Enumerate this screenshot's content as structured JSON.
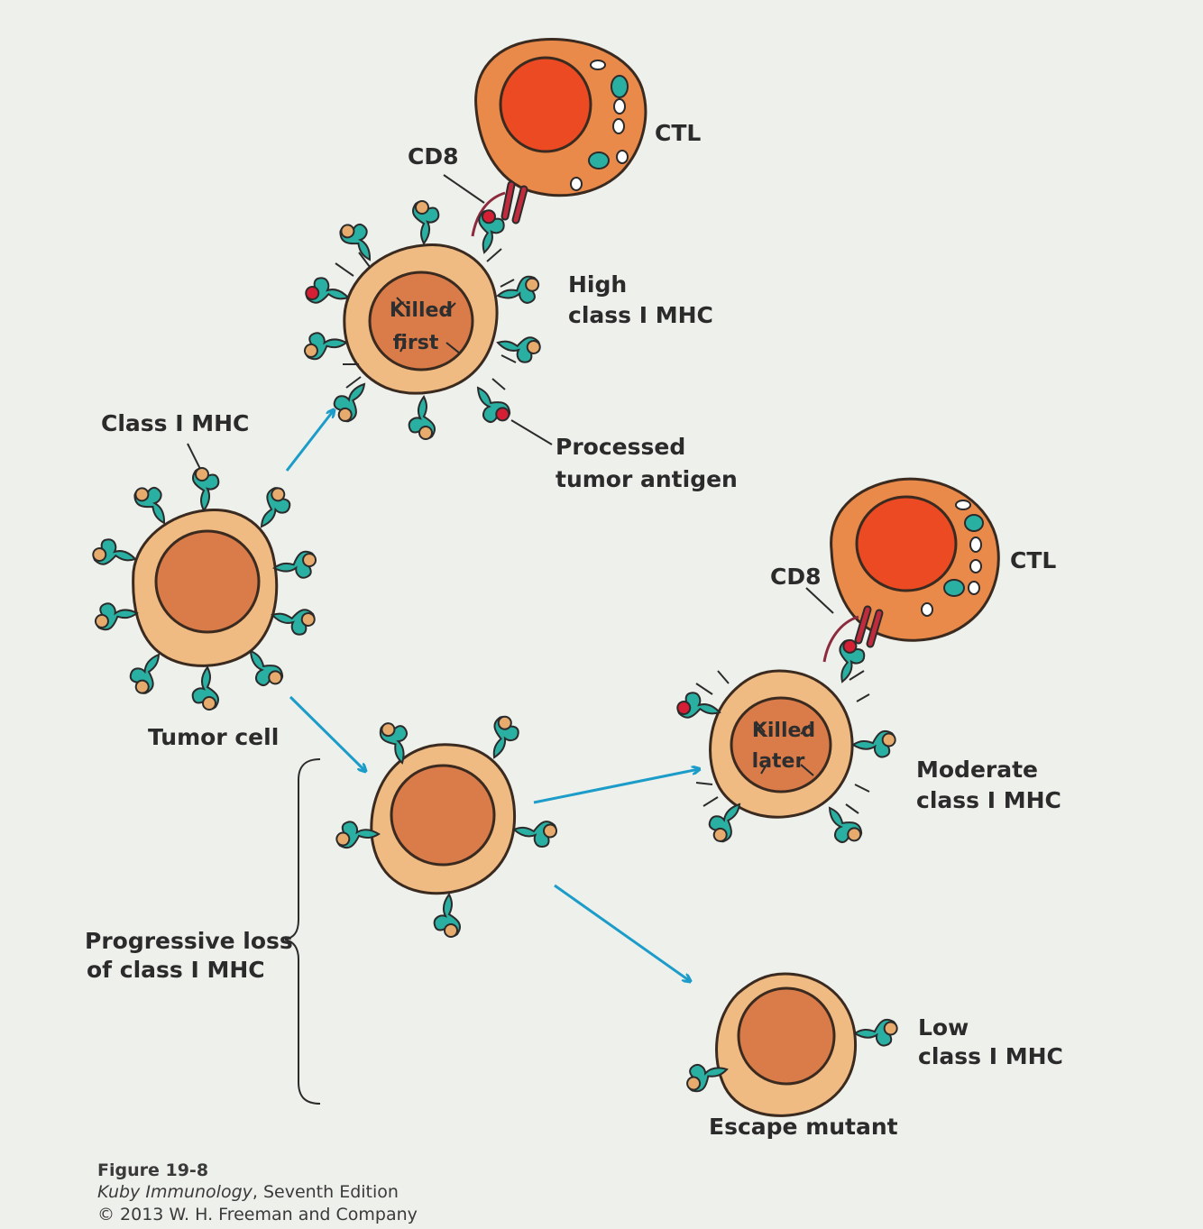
{
  "labels": {
    "cd8_top": "CD8",
    "ctl_top": "CTL",
    "high": [
      "High",
      "class I MHC"
    ],
    "killed_first": [
      "Killed",
      "first"
    ],
    "class_i_mhc": "Class I MHC",
    "processed": [
      "Processed",
      "tumor antigen"
    ],
    "tumor_cell": "Tumor cell",
    "cd8_right": "CD8",
    "ctl_right": "CTL",
    "killed_later": [
      "Killed",
      "later"
    ],
    "moderate": [
      "Moderate",
      "class I MHC"
    ],
    "progressive": [
      "Progressive loss",
      "of class I MHC"
    ],
    "low": [
      "Low",
      "class I MHC"
    ],
    "escape": "Escape mutant"
  },
  "caption": {
    "figure": "Figure 19-8",
    "book": "Kuby Immunology",
    "edition": ", Seventh Edition",
    "copyright": "© 2013 W. H. Freeman and Company"
  },
  "colors": {
    "cytoplasm": "#f0bb82",
    "nucleus": "#d97c49",
    "ctl_nucleus": "#ec4a22",
    "ctl_cytoplasm": "#ea8a4a",
    "mhc": "#2ab0a2",
    "peptide": "#e7ab6d",
    "antigen": "#d41f34",
    "arrow": "#1c9cc8",
    "outline": "#3a2a1f"
  }
}
